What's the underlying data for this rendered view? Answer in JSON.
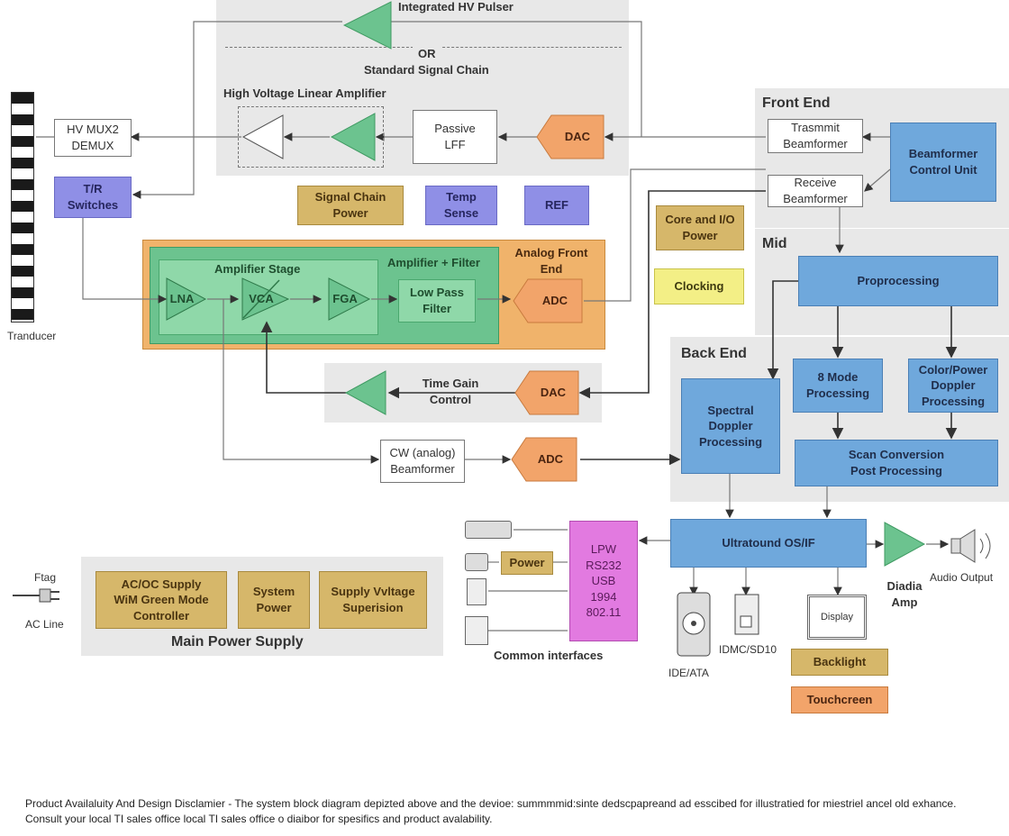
{
  "sections": {
    "front_end": "Front End",
    "mid": "Mid",
    "back_end": "Back End",
    "standard_chain": "Standard Signal Chain",
    "or_label": "OR",
    "integrated_hv_pulser": "Integrated HV Pulser",
    "hv_linear_amp": "High Voltage Linear Amplifier",
    "amplifier_filter": "Amplifier + Filter",
    "amplifier_stage": "Amplifier Stage",
    "analog_front_end": "Analog Front\nEnd",
    "main_power_supply": "Main Power Supply",
    "common_interfaces": "Common interfaces",
    "time_gain_control": "Time Gain\nControl"
  },
  "blocks": {
    "hv_mux": "HV MUX2\nDEMUX",
    "tr_switches": "T/R\nSwitches",
    "passive_lpf": "Passive\nLFF",
    "dac_tx": "DAC",
    "transmit_bf": "Trasmmit\nBeamformer",
    "receive_bf": "Receive\nBeamformer",
    "bf_control": "Beamformer\nControl Unit",
    "signal_chain_power": "Signal Chain\nPower",
    "temp_sense": "Temp\nSense",
    "ref": "REF",
    "core_io_power": "Core and I/O\nPower",
    "clocking": "Clocking",
    "lna": "LNA",
    "vca": "VCA",
    "pga": "FGA",
    "lpf": "Low Pass\nFilter",
    "adc_afe": "ADC",
    "preprocessing": "Proprocessing",
    "b_mode": "8 Mode\nProcessing",
    "color_doppler": "Color/Power\nDoppler\nProcessing",
    "spectral_doppler": "Spectral\nDoppler\nProcessing",
    "scan_conversion": "Scan Conversion\nPost Processing",
    "dac_tgc": "DAC",
    "cw_bf": "CW (analog)\nBeamformer",
    "adc_cw": "ADC",
    "ultrasound_os": "Ultratound OS/IF",
    "audio_amp": "Diadia\nAmp",
    "audio_output": "Audio Output",
    "power_small": "Power",
    "interfaces_list": "LPW\nRS232\nUSB\n1994\n802.11",
    "ide_ata": "IDE/ATA",
    "mmc_sdio": "IDMC/SD10",
    "display": "Display",
    "backlight": "Backlight",
    "touchscreen": "Touchcreen",
    "acdc_supply": "AC/OC Supply\nWiM Green Mode\nController",
    "system_power": "System\nPower",
    "supply_supervision": "Supply Vvltage\nSuperision",
    "transducer": "Tranducer",
    "ftag": "Ftag",
    "ac_line": "AC Line"
  },
  "disclaimer": "Product Availaluity And Design Disclamier - The system block diagram depizted above and the devioe: summmmid:sinte dedscpapreand ad esscibed for illustratied for miestriel ancel old exhance. Consult your local TI sales office local TI sales office o diaibor for spesifics and product avalability.",
  "colors": {
    "blue": "#6fa8dc",
    "green": "#6cc38f",
    "orange": "#f2a46a",
    "tan": "#d6b76a",
    "purple": "#8f8fe6",
    "pink": "#e27ae0",
    "yellow": "#f3ef86",
    "panel": "#e8e8e8"
  }
}
